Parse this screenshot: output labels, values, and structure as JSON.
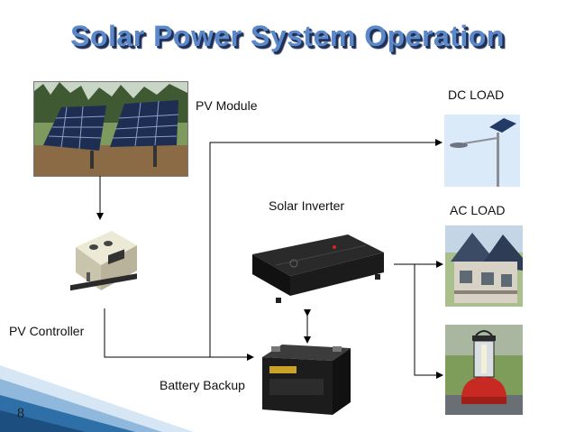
{
  "slide": {
    "title": "Solar Power System Operation",
    "number": "8"
  },
  "labels": {
    "pv_module": "PV Module",
    "dc_load": "DC LOAD",
    "solar_inverter": "Solar Inverter",
    "ac_load": "AC LOAD",
    "pv_controller": "PV Controller",
    "battery_backup": "Battery Backup"
  },
  "colors": {
    "title": "#5b88c9",
    "title_shadow": "#1f2f55",
    "corner_accent": "#2f6fa8"
  }
}
